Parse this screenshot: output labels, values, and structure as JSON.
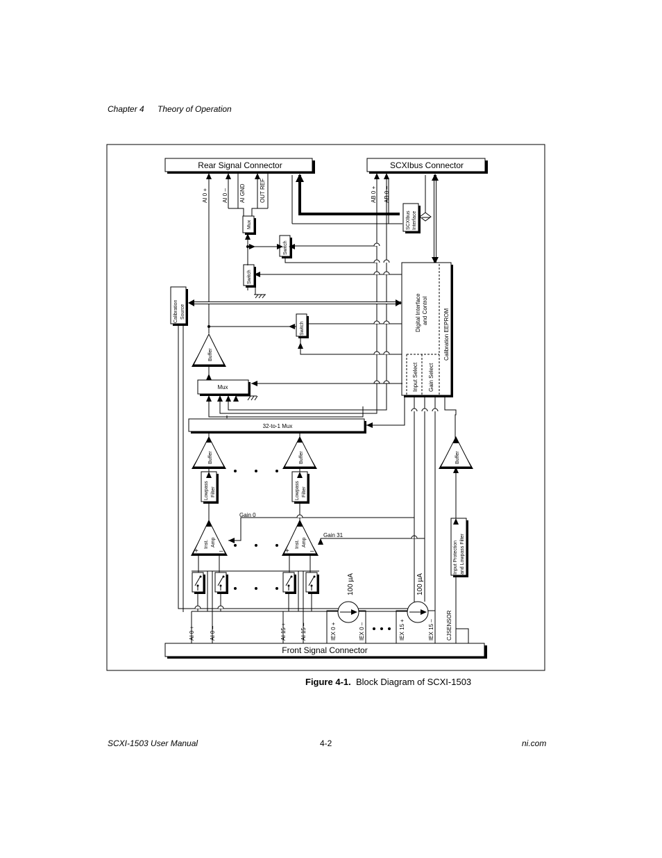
{
  "header": {
    "chapter": "Chapter 4",
    "section": "Theory of Operation"
  },
  "figure": {
    "number": "Figure 4-1.",
    "title": "Block Diagram of SCXI-1503",
    "connectors": {
      "rear": "Rear Signal Connector",
      "scxibus": "SCXIbus Connector",
      "front": "Front Signal Connector"
    },
    "pins": {
      "ai0_plus": "AI 0 +",
      "ai0_minus": "AI 0 –",
      "ai_gnd": "AI GND",
      "out_ref": "OUT REF",
      "ab0_plus": "AB 0 +",
      "ab0_minus": "AB 0 –",
      "ai15_plus": "AI 15 +",
      "ai15_minus": "AI 15 –",
      "iex0_plus": "IEX 0 +",
      "iex0_minus": "IEX 0 –",
      "iex15_plus": "IEX 15 +",
      "iex15_minus": "IEX 15 –",
      "cjsensor": "CJSENSOR"
    },
    "blocks": {
      "mux": "Mux",
      "switch": "Switch",
      "scxibus_interface_1": "SCXIbus",
      "scxibus_interface_2": "Interface",
      "calibration_source_1": "Calibration",
      "calibration_source_2": "Source",
      "digital_interface_1": "Digital Interface",
      "digital_interface_2": "and Control",
      "calibration_eeprom": "Calibration EEPROM",
      "input_select": "Input Select",
      "gain_select": "Gain Select",
      "buffer": "Buffer",
      "mux_32to1": "32-to-1 Mux",
      "lowpass_1": "Lowpass",
      "lowpass_2": "Filter",
      "inst_amp_1": "Inst.",
      "inst_amp_2": "Amp",
      "input_protection_1": "Input Protection",
      "input_protection_2": "and Lowpass Filter",
      "gain0": "Gain 0",
      "gain31": "Gain 31",
      "current_source": "100 µA",
      "plus": "+",
      "minus": "–",
      "ellipsis": "•  •  •"
    }
  },
  "footer": {
    "manual": "SCXI-1503 User Manual",
    "page": "4-2",
    "site": "ni.com"
  }
}
